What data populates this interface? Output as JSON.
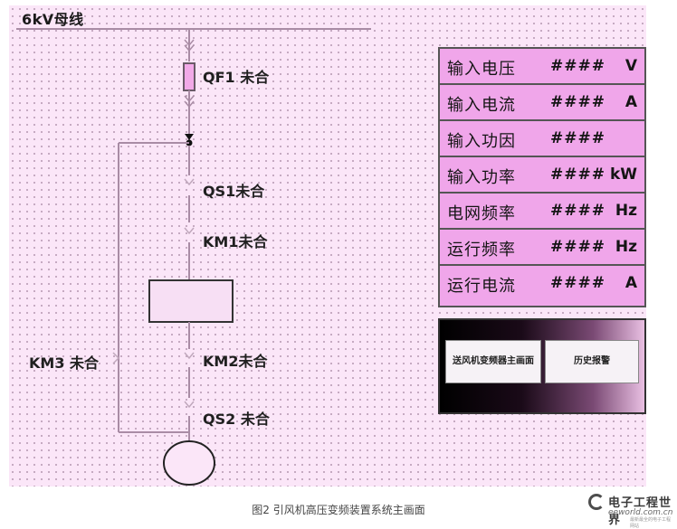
{
  "bus_title": "6kV母线",
  "switches": {
    "qf1": "QF1 未合",
    "qs1": "QS1未合",
    "km1": "KM1未合",
    "km2": "KM2未合",
    "qs2": "QS2 未合",
    "km3": "KM3 未合"
  },
  "meters": [
    {
      "name": "输入电压",
      "value": "####",
      "unit": "V"
    },
    {
      "name": "输入电流",
      "value": "####",
      "unit": "A"
    },
    {
      "name": "输入功因",
      "value": "####",
      "unit": ""
    },
    {
      "name": "输入功率",
      "value": "####",
      "unit": "kW"
    },
    {
      "name": "电网频率",
      "value": "####",
      "unit": "Hz"
    },
    {
      "name": "运行频率",
      "value": "####",
      "unit": "Hz"
    },
    {
      "name": "运行电流",
      "value": "####",
      "unit": "A"
    }
  ],
  "nav": {
    "main_screen": "送风机变频器主画面",
    "history": "历史报警"
  },
  "caption": "图2  引风机高压变频装置系统主画面",
  "logo": {
    "brand": "电子工程世界",
    "site": "eeworld.com.cn",
    "tag": "最新最全的电子工程网站"
  },
  "colors": {
    "background": "#fbe6f8",
    "meter_row": "#f0a6ea",
    "wire": "#a98ca5"
  }
}
